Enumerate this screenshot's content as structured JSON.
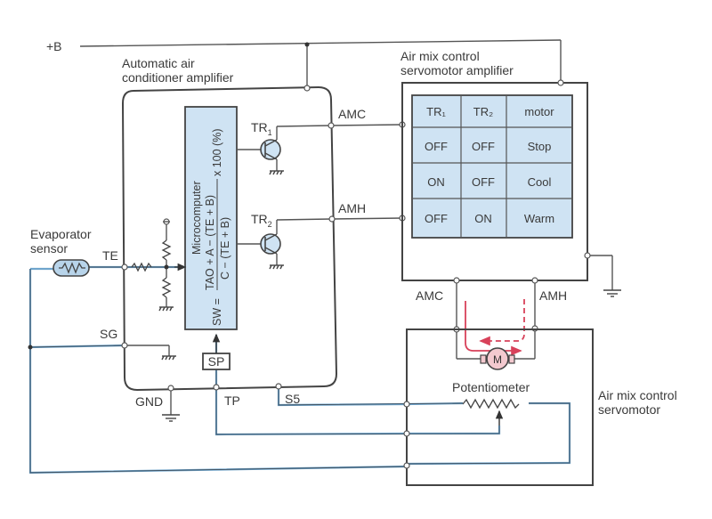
{
  "labels": {
    "supply": "+B",
    "ac_amp_line1": "Automatic air",
    "ac_amp_line2": "conditioner amplifier",
    "servo_amp_line1": "Air mix control",
    "servo_amp_line2": "servomotor amplifier",
    "servo_line1": "Air mix control",
    "servo_line2": "servomotor",
    "evap_line1": "Evaporator",
    "evap_line2": "sensor",
    "te": "TE",
    "sg": "SG",
    "gnd": "GND",
    "tp": "TP",
    "s5": "S5",
    "sp": "SP",
    "amc_top": "AMC",
    "amh_top": "AMH",
    "amc_bottom": "AMC",
    "amh_bottom": "AMH",
    "tr1": "TR",
    "tr1_sub": "1",
    "tr2": "TR",
    "tr2_sub": "2",
    "potentiometer": "Potentiometer",
    "motor_symbol": "M"
  },
  "microcomputer": {
    "title": "Microcomputer",
    "formula_lhs": "SW =",
    "numerator": "TAO + A − (TE + B)",
    "denominator": "C − (TE + B)",
    "multiplier": "x 100 (%)"
  },
  "truth_table": {
    "headers": [
      "TR₁",
      "TR₂",
      "motor"
    ],
    "rows": [
      [
        "OFF",
        "OFF",
        "Stop"
      ],
      [
        "ON",
        "OFF",
        "Cool"
      ],
      [
        "OFF",
        "ON",
        "Warm"
      ]
    ]
  },
  "colors": {
    "accent_fill": "#cfe3f3",
    "signal_wire": "#6fa5cc",
    "current_flow": "#d8415a"
  }
}
